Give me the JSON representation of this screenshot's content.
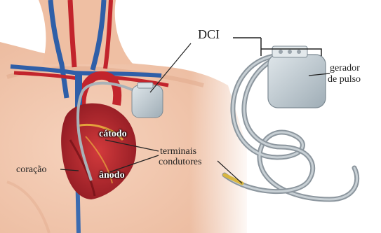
{
  "labels": {
    "dci": "DCI",
    "gerador": "gerador",
    "de_pulso": "de pulso",
    "catodo": "cátodo",
    "terminais": "terminais",
    "condutores": "condutores",
    "coracao": "coração",
    "anodo": "ânodo"
  },
  "colors": {
    "skin": "#f3c9ae",
    "heart": "#b0202a",
    "device": "#b8c4cc",
    "lead": "#9aa4ac"
  }
}
